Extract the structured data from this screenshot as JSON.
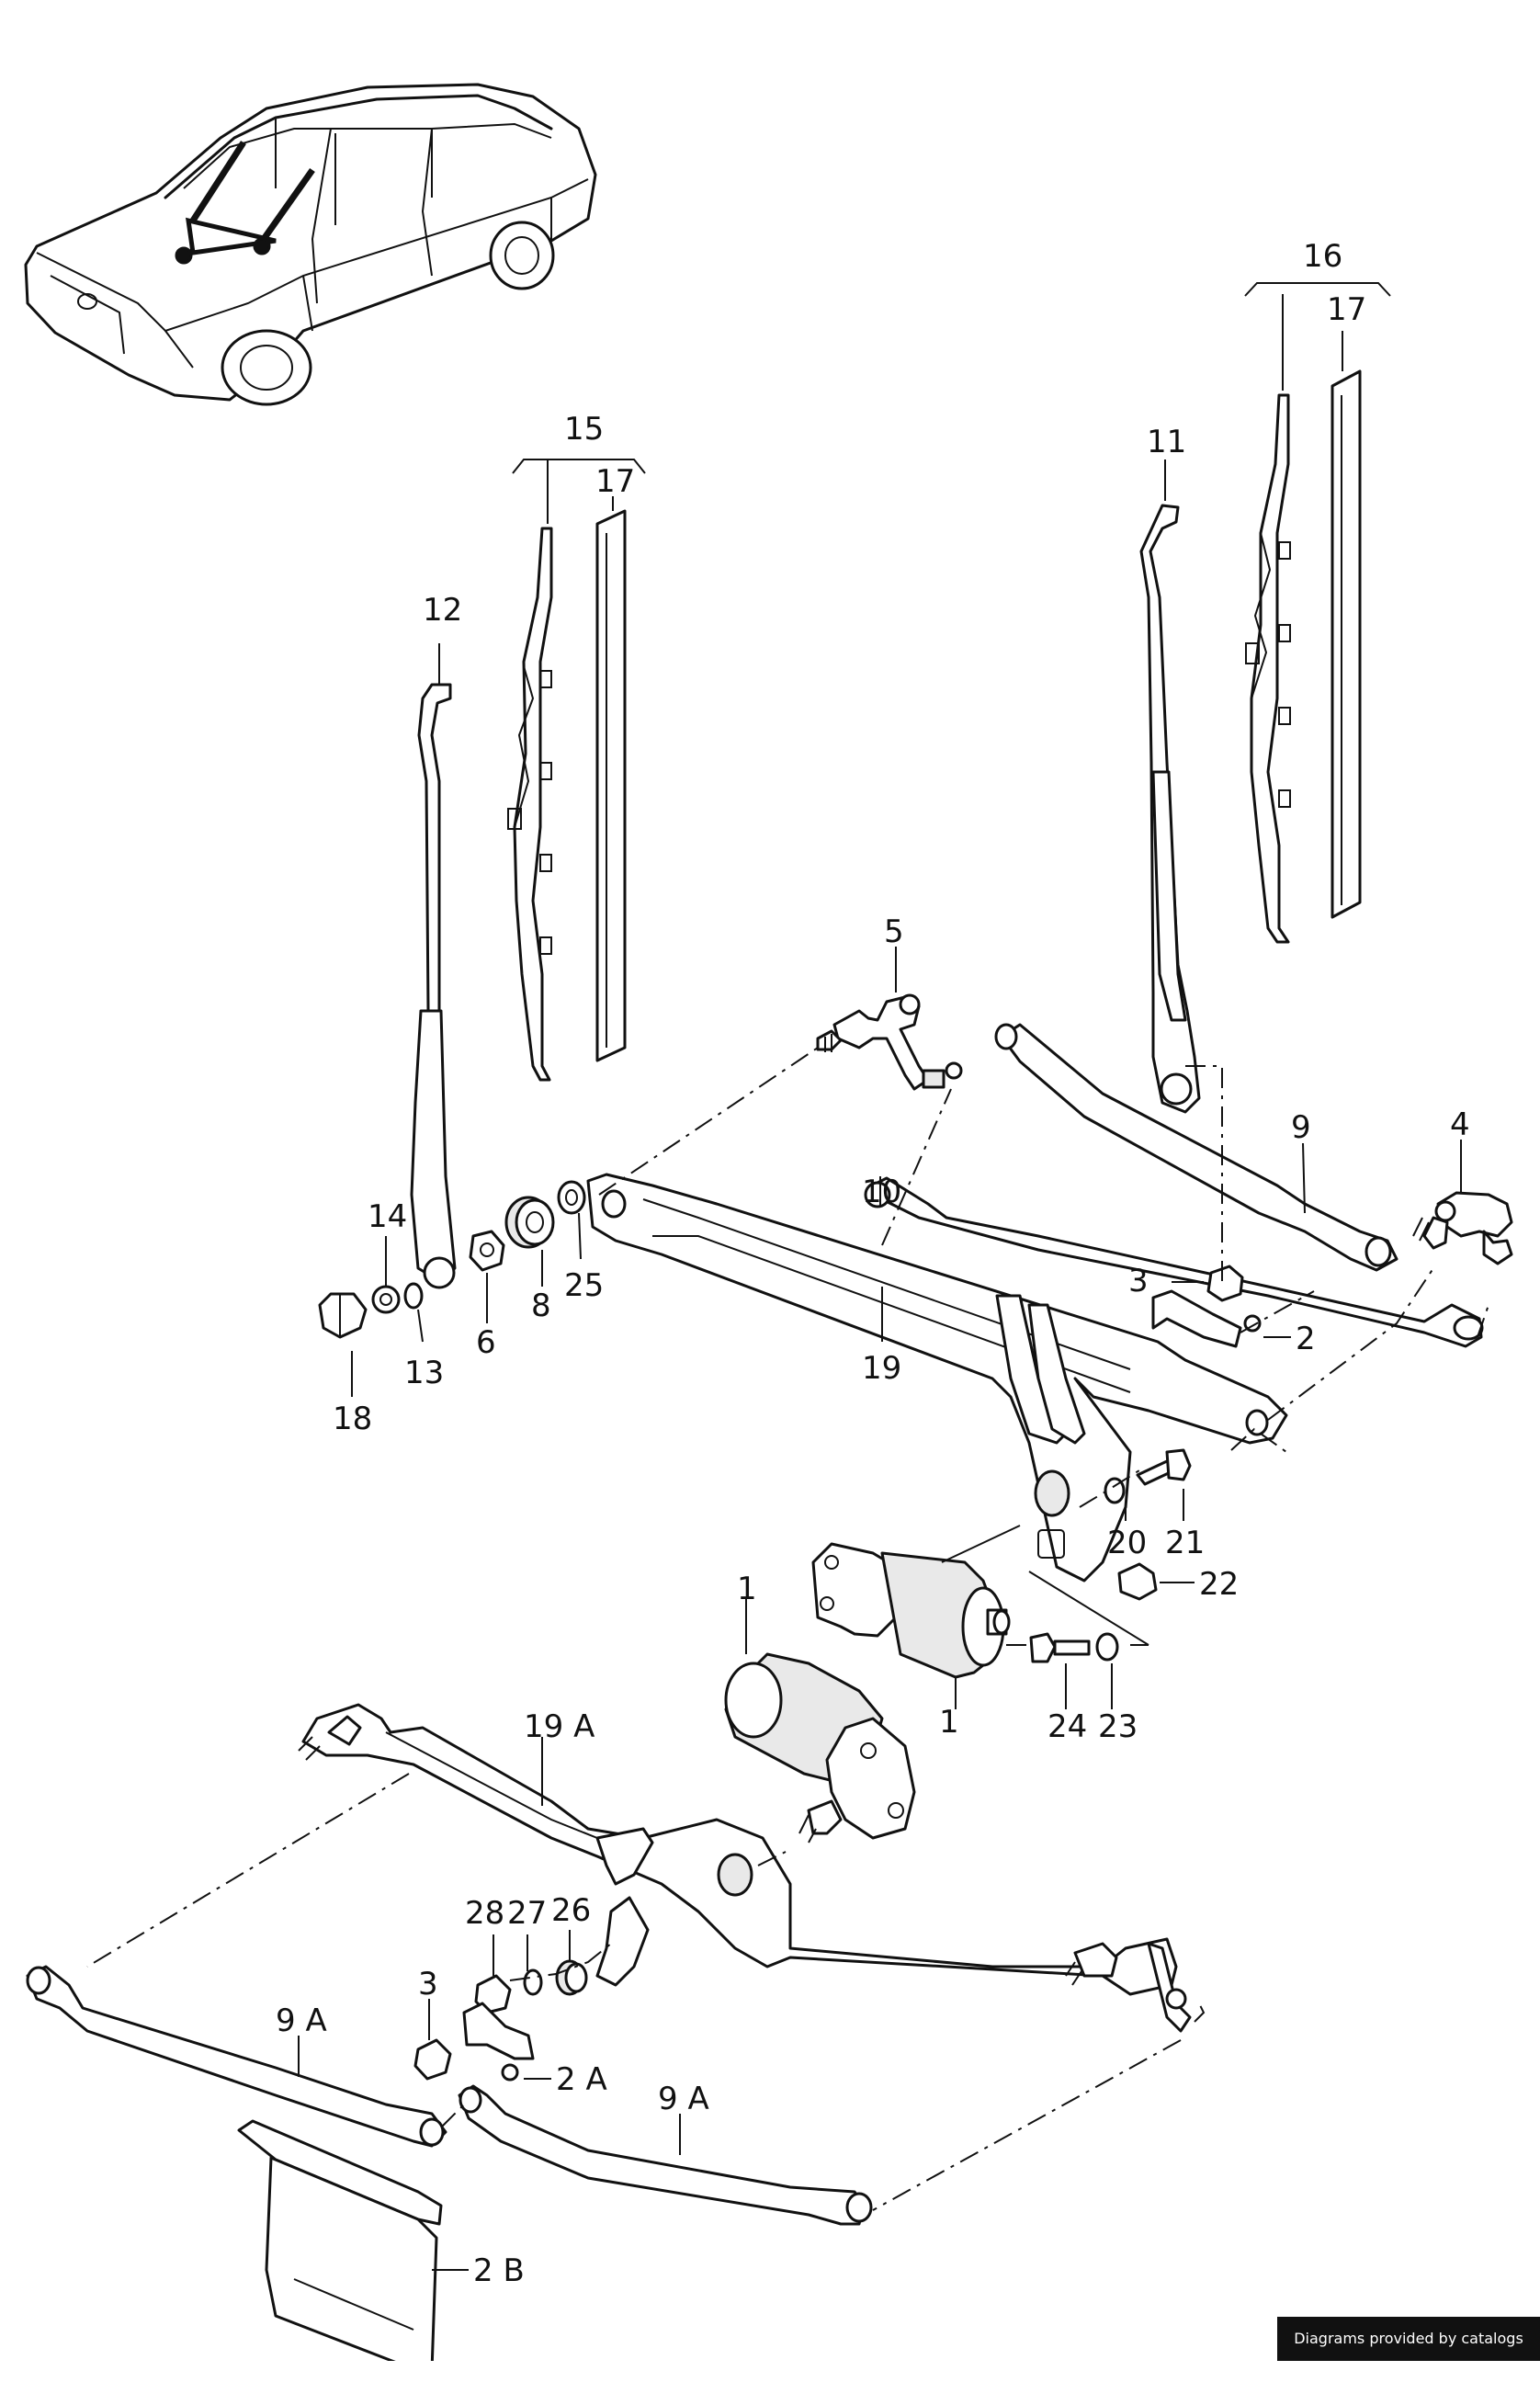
{
  "labels": {
    "p1": "1",
    "p2": "2",
    "p2a": "2 A",
    "p2b": "2 B",
    "p3": "3",
    "p3b": "3",
    "p4": "4",
    "p5": "5",
    "p6": "6",
    "p8": "8",
    "p9": "9",
    "p9a": "9 A",
    "p9a2": "9 A",
    "p10": "10",
    "p11": "11",
    "p12": "12",
    "p13": "13",
    "p14": "14",
    "p15": "15",
    "p16": "16",
    "p17a": "17",
    "p17b": "17",
    "p18": "18",
    "p19": "19",
    "p19a": "19 A",
    "p20": "20",
    "p21": "21",
    "p22": "22",
    "p23": "23",
    "p24": "24",
    "p25": "25",
    "p26": "26",
    "p27": "27",
    "p28": "28",
    "p1b": "1"
  },
  "credit": "Diagrams provided by catalogs parts"
}
